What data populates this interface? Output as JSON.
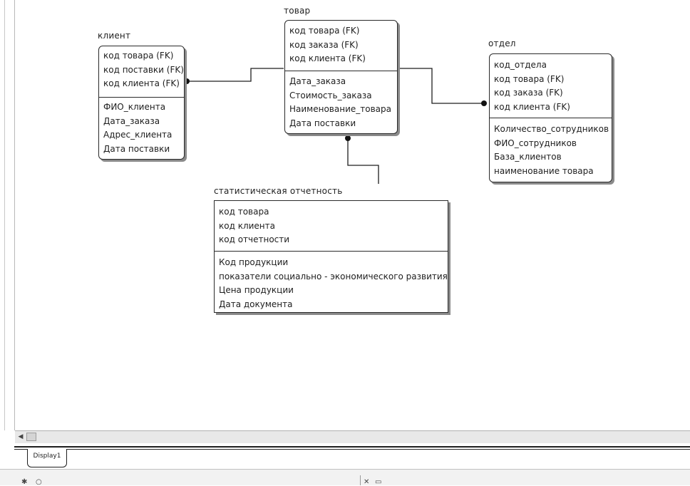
{
  "entities": {
    "klient": {
      "title": "клиент",
      "keys": [
        "код товара (FK)",
        "код поставки (FK)",
        "код клиента (FK)"
      ],
      "attributes": [
        "ФИО_клиента",
        "Дата_заказа",
        "Адрес_клиента",
        "Дата поставки"
      ]
    },
    "tovar": {
      "title": "товар",
      "keys": [
        "код товара (FK)",
        "код заказа (FK)",
        "код клиента (FK)"
      ],
      "attributes": [
        "Дата_заказа",
        "Стоимость_заказа",
        "Наименование_товара",
        "Дата поставки"
      ]
    },
    "otdel": {
      "title": "отдел",
      "keys": [
        "код_отдела",
        "код товара (FK)",
        "код заказа (FK)",
        "код клиента (FK)"
      ],
      "attributes": [
        "Количество_сотрудников",
        "ФИО_сотрудников",
        "База_клиентов",
        "наименование товара"
      ]
    },
    "otchet": {
      "title": "статистическая отчетность",
      "keys": [
        "код товара",
        "код клиента",
        "код отчетности"
      ],
      "attributes": [
        "Код продукции",
        "показатели социально - экономического развития",
        "Цена продукции",
        "Дата документа"
      ]
    }
  },
  "tab": {
    "label": "Display1"
  }
}
